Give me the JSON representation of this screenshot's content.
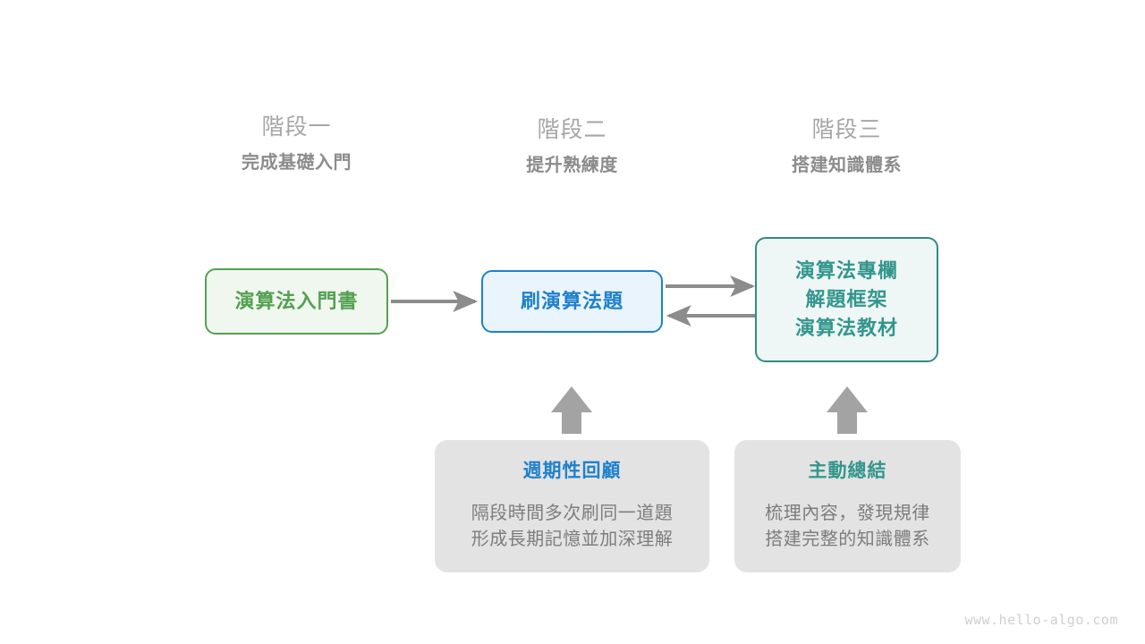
{
  "stages": [
    {
      "title": "階段一",
      "subtitle": "完成基礎入門"
    },
    {
      "title": "階段二",
      "subtitle": "提升熟練度"
    },
    {
      "title": "階段三",
      "subtitle": "搭建知識體系"
    }
  ],
  "nodes": {
    "book": {
      "lines": [
        "演算法入門書"
      ]
    },
    "practice": {
      "lines": [
        "刷演算法題"
      ]
    },
    "system": {
      "lines": [
        "演算法專欄",
        "解題框架",
        "演算法教材"
      ]
    }
  },
  "cards": [
    {
      "title": "週期性回顧",
      "body": [
        "隔段時間多次刷同一道題",
        "形成長期記憶並加深理解"
      ]
    },
    {
      "title": "主動總結",
      "body": [
        "梳理內容，發現規律",
        "搭建完整的知識體系"
      ]
    }
  ],
  "watermark": "www.hello-algo.com",
  "colors": {
    "green": "#53a04f",
    "green_fill": "#f0f7ef",
    "blue": "#1f80cc",
    "blue_fill": "#eaf4fc",
    "teal": "#33968d",
    "teal_fill": "#eef7f5",
    "card_bg": "#e3e3e3",
    "arrow_gray": "#8c8c8c",
    "stage_title_gray": "#a6a6a6",
    "stage_sub_gray": "#8c8c8c",
    "body_gray": "#7d7d7d",
    "watermark_gray": "#cfcfcf"
  }
}
